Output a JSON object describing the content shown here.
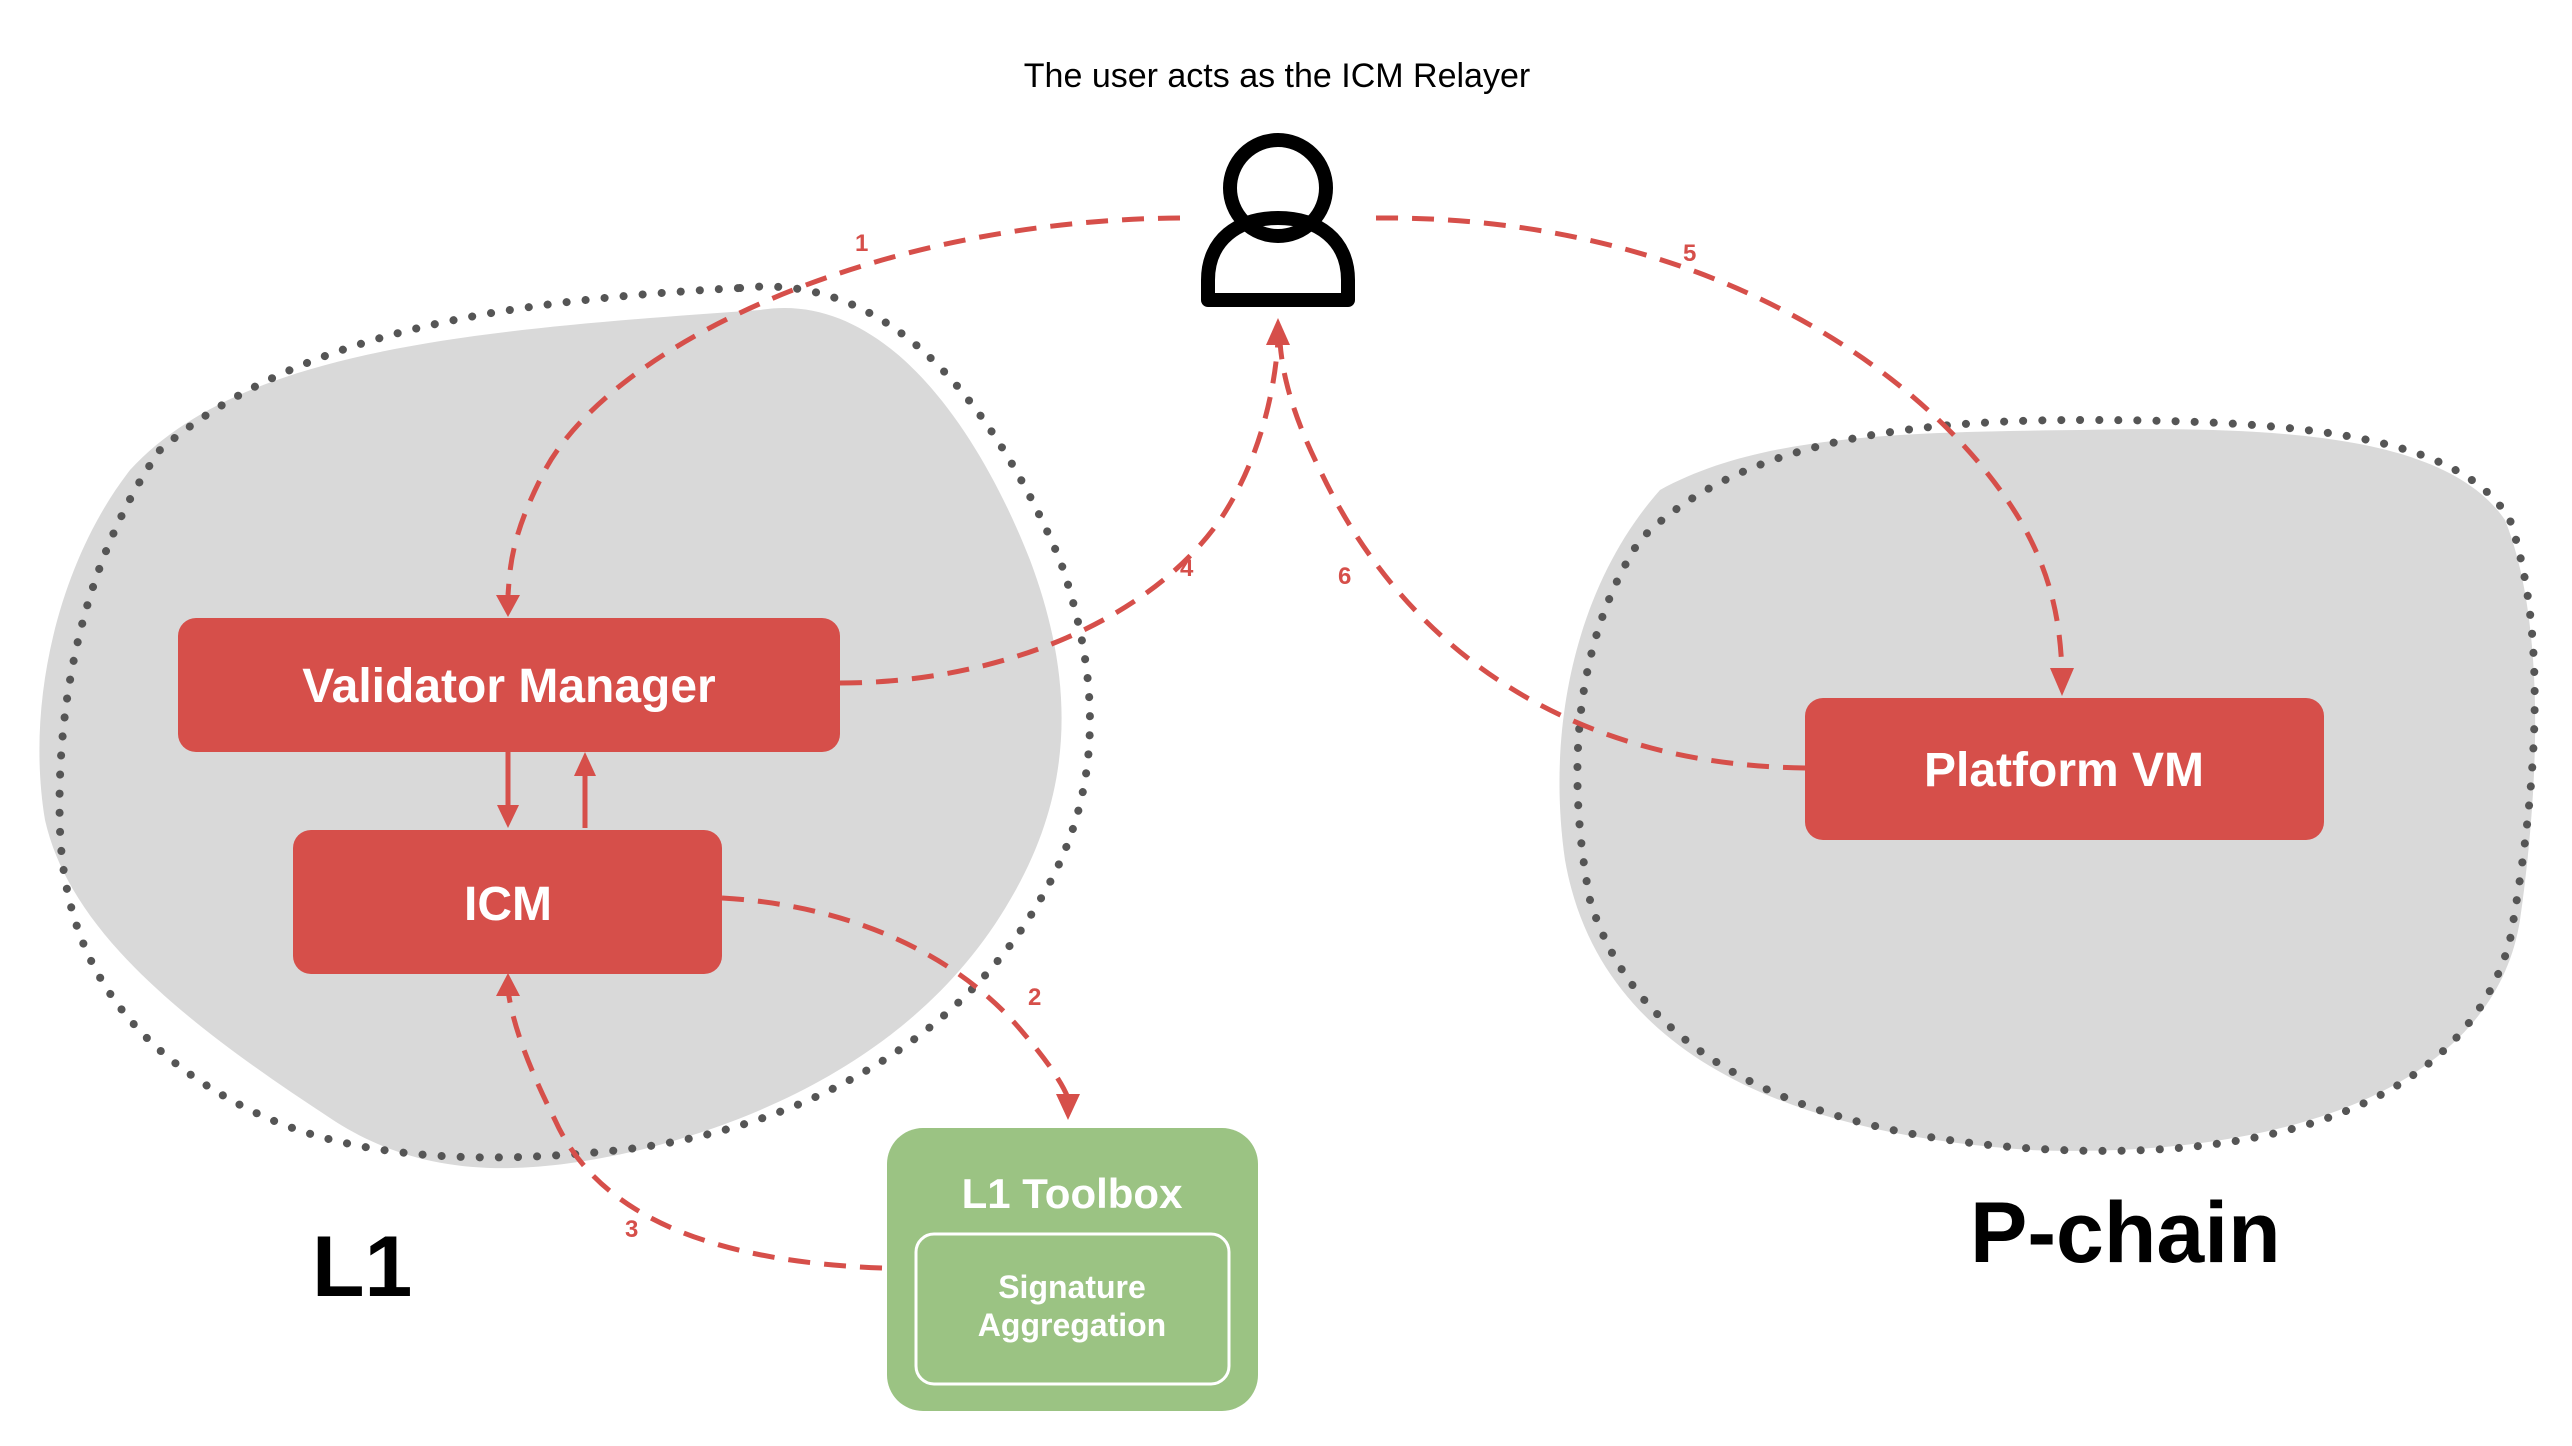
{
  "caption": "The user acts as the ICM Relayer",
  "actor": {
    "icon": "user-icon",
    "role": "ICM Relayer"
  },
  "regions": {
    "l1": "L1",
    "pchain": "P-chain"
  },
  "nodes": {
    "validator_manager": "Validator Manager",
    "icm": "ICM",
    "platform_vm": "Platform VM",
    "toolbox": "L1 Toolbox",
    "signature_line1": "Signature",
    "signature_line2": "Aggregation"
  },
  "steps": {
    "s1": "1",
    "s2": "2",
    "s3": "3",
    "s4": "4",
    "s5": "5",
    "s6": "6"
  },
  "colors": {
    "component": "#d64f4a",
    "toolbox": "#9bc383",
    "region": "#d9d9d9",
    "region_border": "#555555"
  }
}
